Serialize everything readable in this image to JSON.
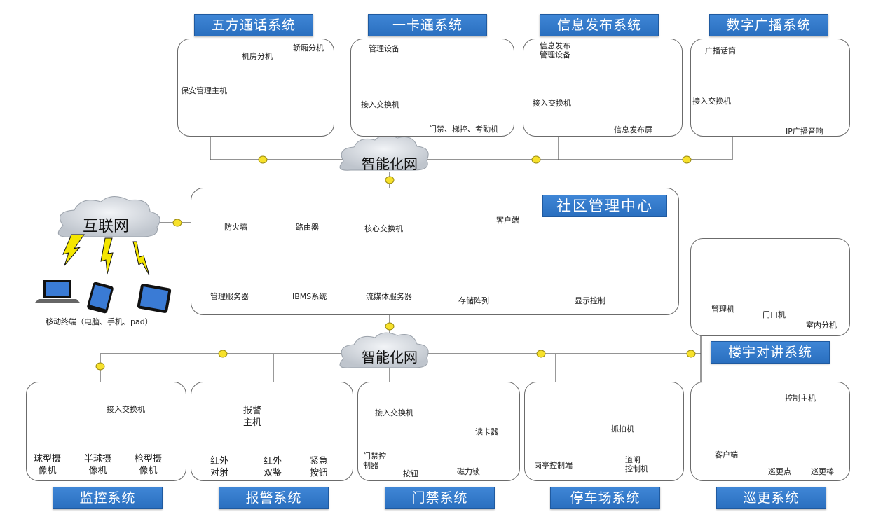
{
  "systems": {
    "five_party": {
      "title": "五方通话系统",
      "machine_room": "机房分机",
      "car": "轿厢分机",
      "security_host": "保安管理主机"
    },
    "card": {
      "title": "一卡通系统",
      "mgmt_device": "管理设备",
      "access_switch": "接入交换机",
      "access_items": "门禁、梯控、考勤机"
    },
    "info_pub": {
      "title": "信息发布系统",
      "mgmt_device": "信息发布\n管理设备",
      "access_switch": "接入交换机",
      "screen": "信息发布屏"
    },
    "broadcast": {
      "title": "数字广播系统",
      "mic": "广播话筒",
      "access_switch": "接入交换机",
      "speaker": "IP广播音响"
    },
    "center": {
      "title": "社区管理中心",
      "firewall": "防火墙",
      "router": "路由器",
      "core_switch": "核心交换机",
      "client": "客户端",
      "mgmt_server": "管理服务器",
      "ibms": "IBMS系统",
      "stream_server": "流媒体服务器",
      "storage": "存储阵列",
      "display": "显示控制"
    },
    "internet": {
      "label": "互联网",
      "mobile": "移动终端（电脑、手机、pad）"
    },
    "intercom": {
      "title": "楼宇对讲系统",
      "mgmt": "管理机",
      "door": "门口机",
      "indoor": "室内分机"
    },
    "monitor": {
      "title": "监控系统",
      "access_switch": "接入交换机",
      "dome": "球型摄\n像机",
      "half_dome": "半球摄\n像机",
      "bullet": "枪型摄\n像机"
    },
    "alarm": {
      "title": "报警系统",
      "host": "报警\n主机",
      "ir_beam": "红外\n对射",
      "ir_dual": "红外\n双鉴",
      "emergency": "紧急\n按钮"
    },
    "door_access": {
      "title": "门禁系统",
      "access_switch": "接入交换机",
      "reader": "读卡器",
      "controller": "门禁控\n制器",
      "button": "按钮",
      "mag_lock": "磁力锁"
    },
    "parking": {
      "title": "停车场系统",
      "capture": "抓拍机",
      "booth": "岗亭控制端",
      "gate": "道闸\n控制机"
    },
    "patrol": {
      "title": "巡更系统",
      "ctrl_host": "控制主机",
      "client": "客户端",
      "point": "巡更点",
      "stick": "巡更棒"
    }
  },
  "network": {
    "top": "智能化网",
    "bottom": "智能化网"
  },
  "colors": {
    "title_bg": "#2f79c9",
    "bus": "#5b8fd4",
    "cloud": "#d9dde3"
  }
}
